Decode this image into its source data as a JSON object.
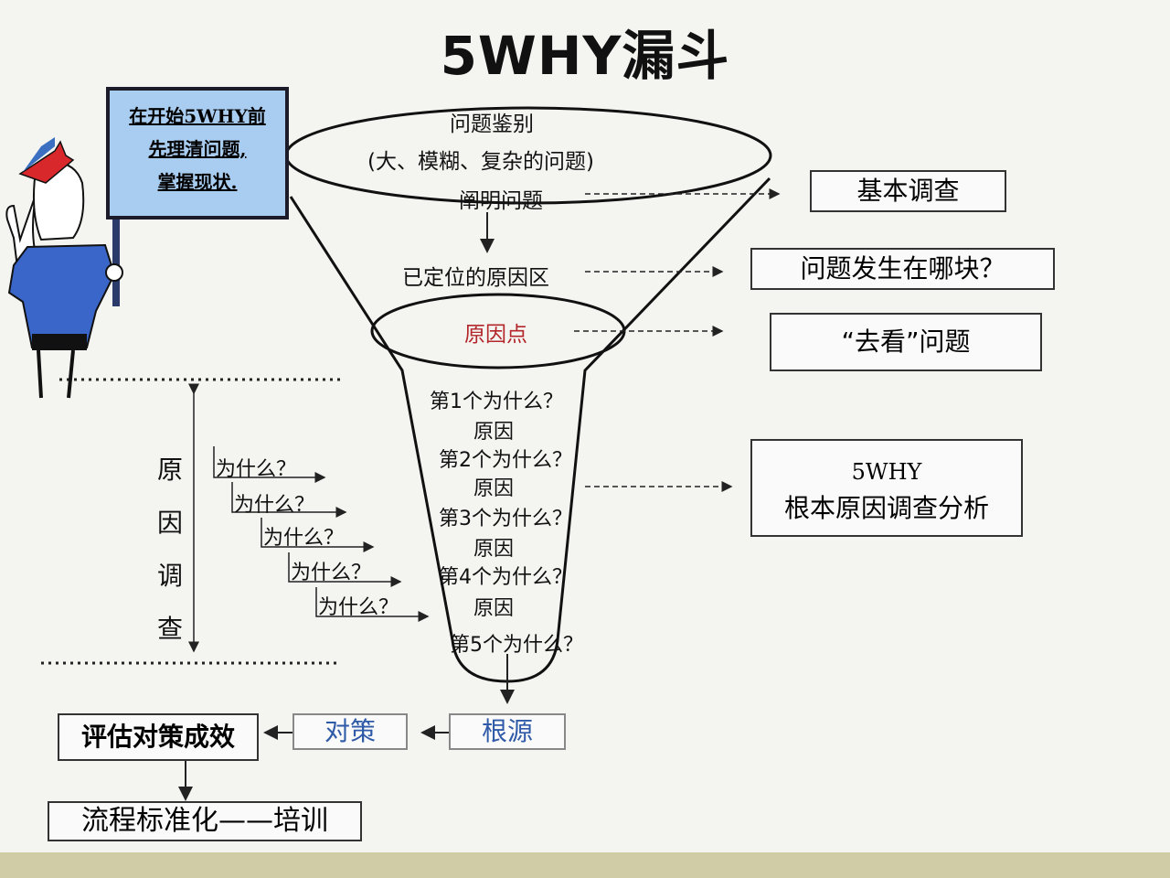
{
  "title": "5WHY漏斗",
  "sign": {
    "line1": "在开始5WHY前",
    "line2": "先理清问题,",
    "line3": "掌握现状."
  },
  "funnel": {
    "identify": "问题鉴别",
    "identify_sub": "(大、模糊、复杂的问题)",
    "clarify": "阐明问题",
    "located_area": "已定位的原因区",
    "cause_point": "原因点",
    "whys": [
      "第1个为什么？",
      "第2个为什么？",
      "第3个为什么？",
      "第4个为什么？",
      "第5个为什么？"
    ],
    "cause": "原因"
  },
  "right_boxes": {
    "basic": "基本调查",
    "where": "问题发生在哪块？",
    "go_see": "“去看”问题",
    "fivewhy": "5WHY",
    "root_analysis": "根本原因调查分析"
  },
  "left": {
    "vertical_label": [
      "原",
      "因",
      "调",
      "查"
    ],
    "why": "为什么？"
  },
  "bottom": {
    "root": "根源",
    "countermeasure": "对策",
    "evaluate": "评估对策成效",
    "standardize": "流程标准化——培训"
  },
  "colors": {
    "sign_bg": "#a9cdf0",
    "why_text": "#2f5aa8",
    "cause_point": "#b3262a"
  }
}
